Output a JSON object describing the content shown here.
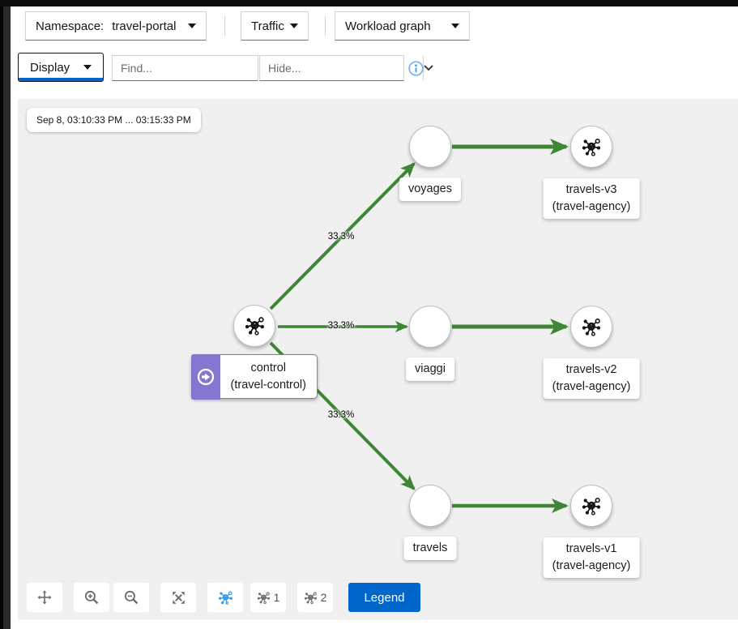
{
  "header": {
    "namespace_label": "Namespace:",
    "namespace_value": "travel-portal",
    "traffic_label": "Traffic",
    "graph_type_label": "Workload graph",
    "display_label": "Display",
    "find_placeholder": "Find...",
    "hide_placeholder": "Hide..."
  },
  "graph": {
    "time_range": "Sep 8, 03:10:33 PM ... 03:15:33 PM",
    "nodes": [
      {
        "label": "control",
        "sublabel": "(travel-control)",
        "icon": "mesh-icon",
        "selected": true,
        "badge": "traffic-source-arrow-icon"
      },
      {
        "label": "voyages"
      },
      {
        "label": "viaggi"
      },
      {
        "label": "travels"
      },
      {
        "label": "travels-v3",
        "sublabel": "(travel-agency)",
        "icon": "mesh-icon"
      },
      {
        "label": "travels-v2",
        "sublabel": "(travel-agency)",
        "icon": "mesh-icon"
      },
      {
        "label": "travels-v1",
        "sublabel": "(travel-agency)",
        "icon": "mesh-icon"
      }
    ],
    "edges": [
      {
        "from": "control",
        "to": "voyages",
        "label": "33.3%"
      },
      {
        "from": "control",
        "to": "viaggi",
        "label": "33.3%"
      },
      {
        "from": "control",
        "to": "travels",
        "label": "33.3%"
      },
      {
        "from": "voyages",
        "to": "travels-v3",
        "label": ""
      },
      {
        "from": "viaggi",
        "to": "travels-v2",
        "label": ""
      },
      {
        "from": "travels",
        "to": "travels-v1",
        "label": ""
      }
    ]
  },
  "controls": {
    "buttons": [
      "move-icon",
      "zoom-in-icon",
      "zoom-out-icon",
      "fit-to-screen-icon",
      "layout-default-icon",
      "layout-1-icon",
      "layout-2-icon"
    ],
    "layout1_num": "1",
    "layout2_num": "2",
    "legend_label": "Legend"
  },
  "colors": {
    "edge_green": "#3e8635",
    "selected_purple": "#8476d1",
    "primary_blue": "#0066cc",
    "active_icon_blue": "#2b9af3",
    "canvas_gray": "#f0f0f0"
  }
}
